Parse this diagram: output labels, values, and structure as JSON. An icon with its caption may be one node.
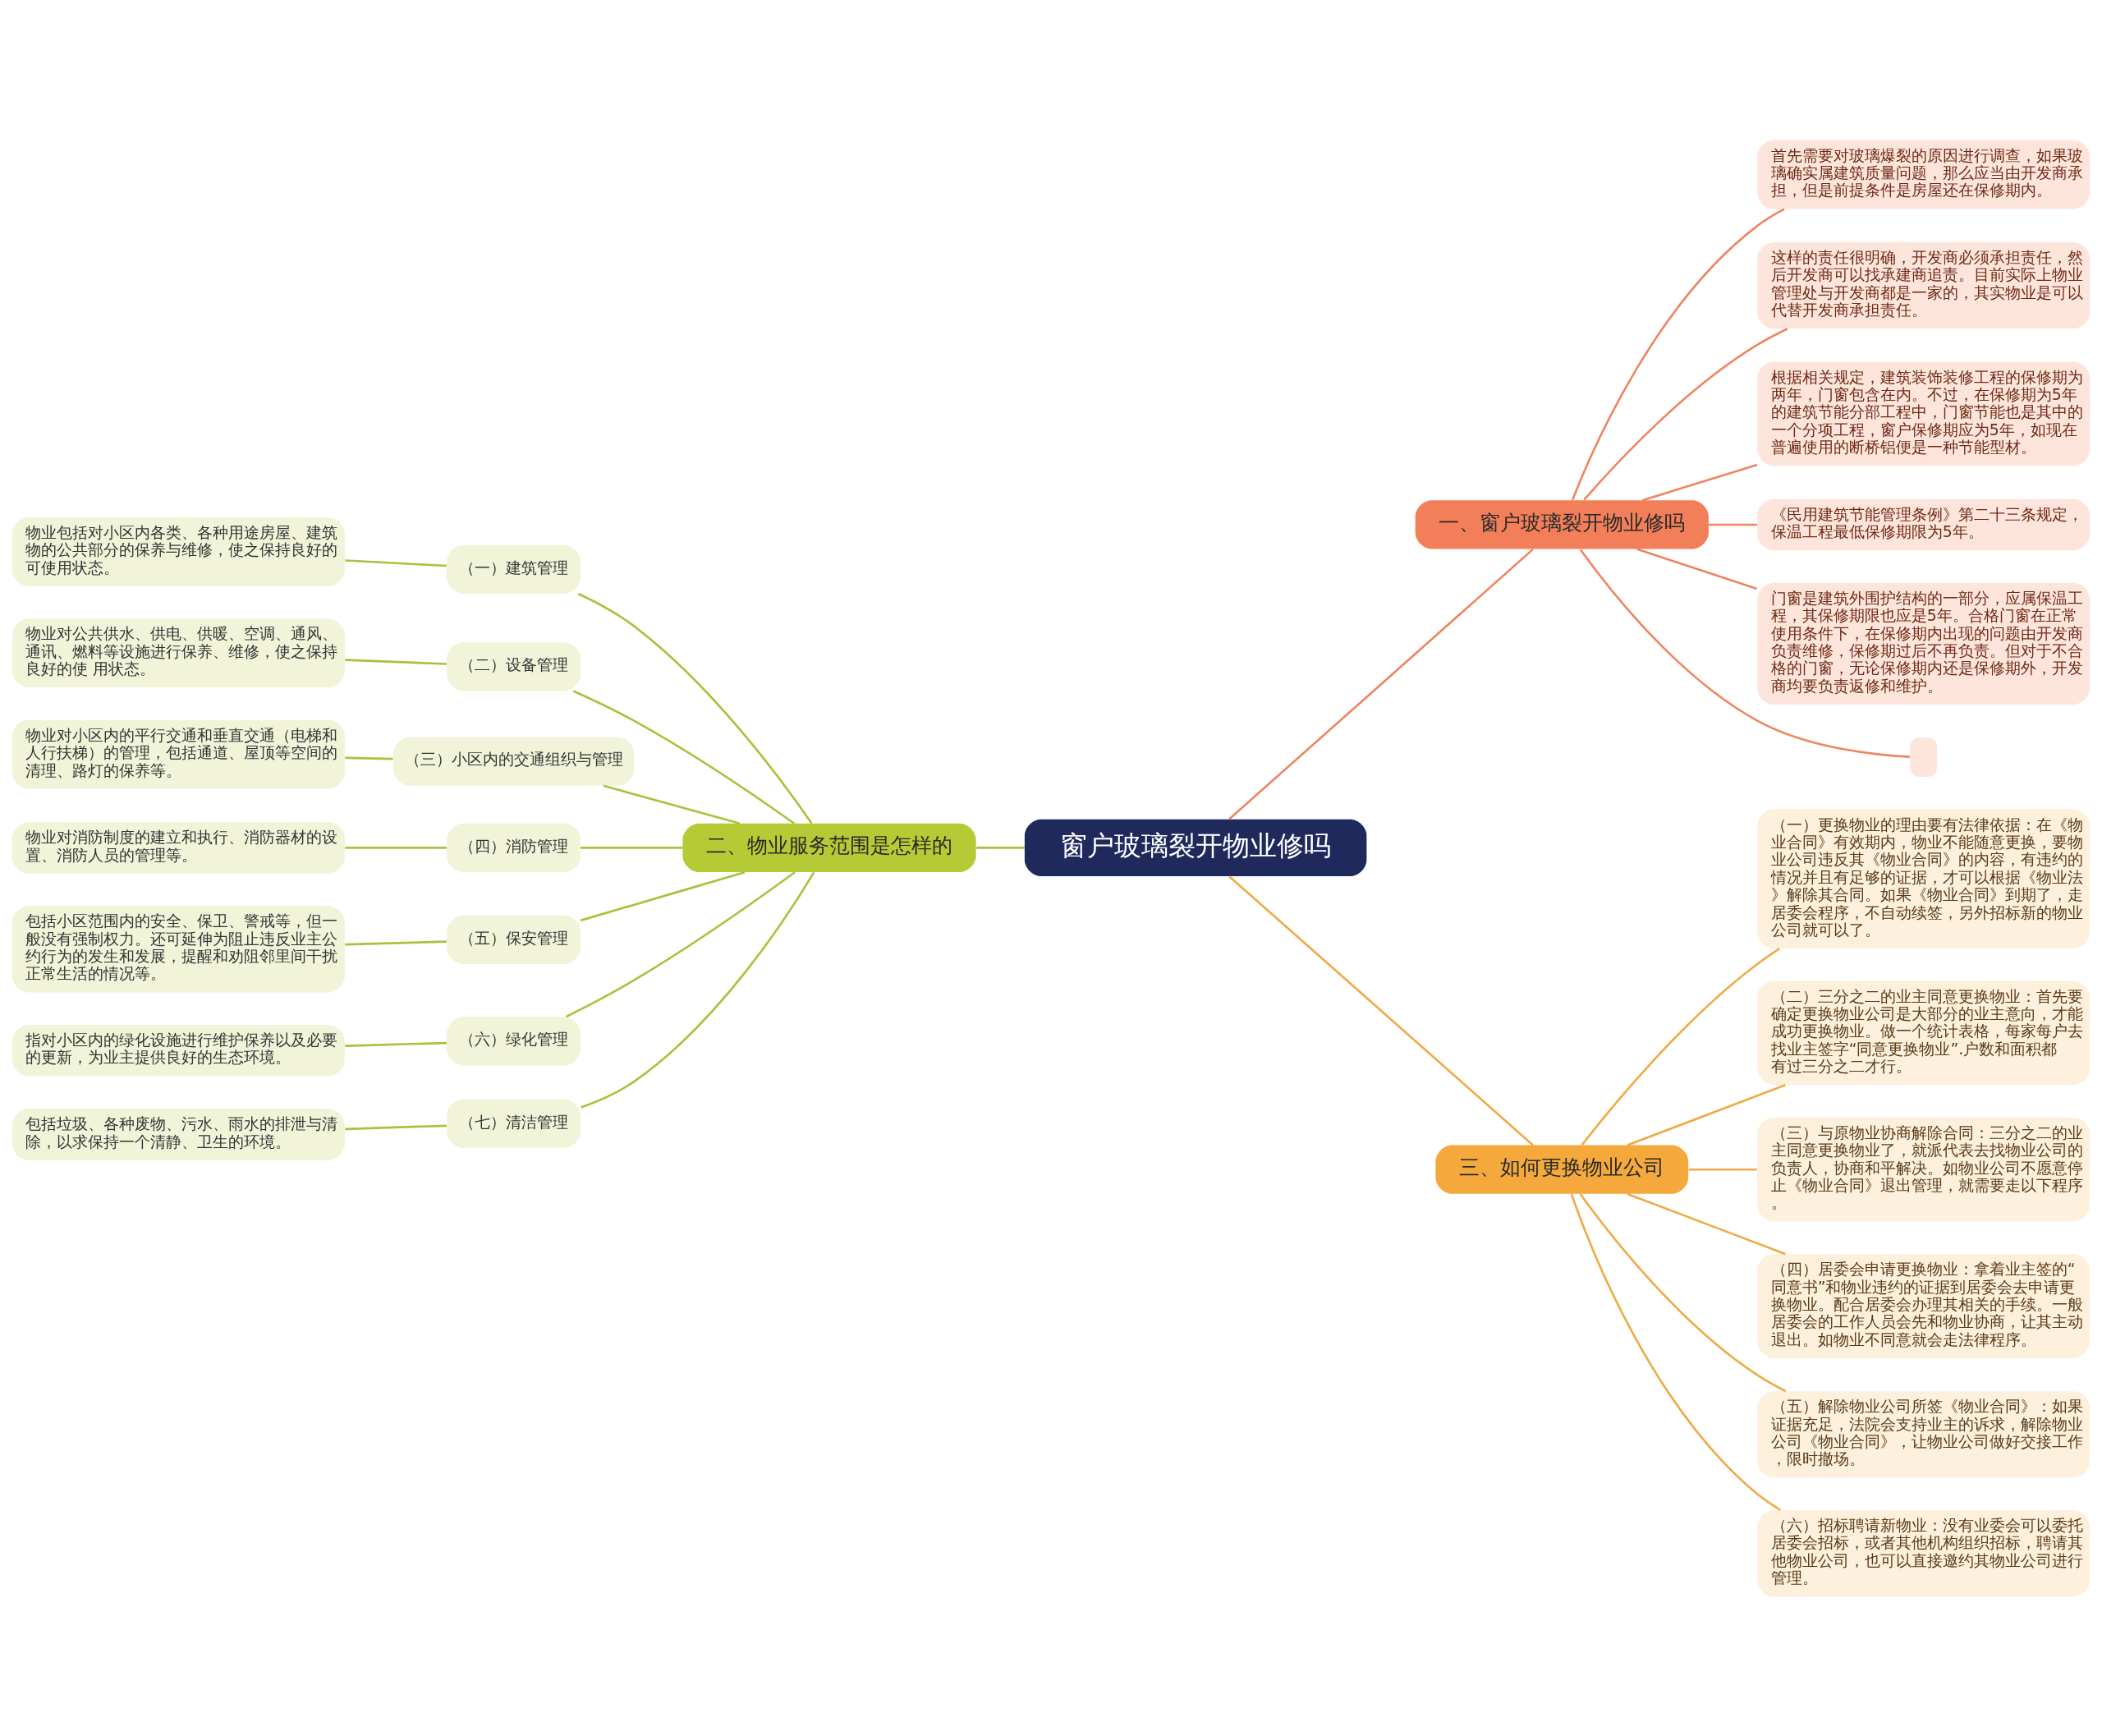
{
  "diagram": {
    "nodes": [
      {
        "text": [
          "窗户玻璃裂开物业修吗"
        ]
      },
      {
        "text": [
          "一、窗户玻璃裂开物业修吗"
        ]
      },
      {
        "text": [
          "首先需要对玻璃爆裂的原因进行调查，如果玻璃确实属建筑质量问题，那么应当由开发商承担，但是前提条件是房屋还在保修期内。"
        ]
      },
      {
        "text": [
          "这样的责任很明确，开发商必须承担责任，然后开发商可以找承建商追责。目前实际上物业管理处与开发商都是一家的，其实物业是可以代替开发商承担责任。"
        ]
      },
      {
        "text": [
          "根据相关规定，建筑装饰装修工程的保修期为两年，门窗包含在内。不过，在保修期为5年的建筑节能分部工程中，门窗节能也是其中的一个分项工程，窗户保修期应为5年，如现在普遍使用的断桥铝便是一种节能型材。"
        ]
      },
      {
        "text": [
          "《民用建筑节能管理条例》第二十三条规定，保温工程最低保修期限为5年。"
        ]
      },
      {
        "text": [
          "门窗是建筑外围护结构的一部分，应属保温工程，其保修期限也应是5年。合格门窗在正常使用条件下，在保修期内出现的问题由开发商负责维修，保修期过后不再负责。但对于不合格的门窗，无论保修期内还是保修期外，开发商均要负责返修和维护。"
        ]
      },
      {
        "text": [],
        "shape": "box"
      },
      {
        "text": [
          "二、物业服务范围是怎样的"
        ]
      },
      {
        "text": [
          "（一）建筑管理"
        ]
      },
      {
        "text": [
          "物业包括对小区内各类、各种用途房屋、建筑物的公共部分的保养与维修，使之保持良好的可使用状态。"
        ]
      },
      {
        "text": [
          "（二）设备管理"
        ]
      },
      {
        "text": [
          "物业对公共供水、供电、供暖、空调、通风、通讯、燃料等设施进行保养、维修，使之保持良好的使 用状态。"
        ]
      },
      {
        "text": [
          "（三）小区内的交通组织与管理"
        ]
      },
      {
        "text": [
          "物业对小区内的平行交通和垂直交通（电梯和人行扶梯）的管理，包括通道、屋顶等空间的清理、路灯的保养等。"
        ]
      },
      {
        "text": [
          "（四）消防管理"
        ]
      },
      {
        "text": [
          "物业对消防制度的建立和执行、消防器材的设置、消防人员的管理等。"
        ]
      },
      {
        "text": [
          "（五）保安管理"
        ]
      },
      {
        "text": [
          "包括小区范围内的安全、保卫、警戒等，但一般没有强制权力。还可延伸为阻止违反业主公约行为的发生和发展，提醒和劝阻邻里间干扰正常生活的情况等。"
        ]
      },
      {
        "text": [
          "（六）绿化管理"
        ]
      },
      {
        "text": [
          "指对小区内的绿化设施进行维护保养以及必要的更新，为业主提供良好的生态环境。"
        ]
      },
      {
        "text": [
          "（七）清洁管理"
        ]
      },
      {
        "text": [
          "包括垃圾、各种废物、污水、雨水的排泄与清除，以求保持一个清静、卫生的环境。"
        ]
      },
      {
        "text": [
          "三、如何更换物业公司"
        ]
      },
      {
        "text": [
          "（一）更换物业的理由要有法律依据：在《物业合同》有效期内，物业不能随意更换，要物业公司违反其《物业合同》的内容，有违约的情况并且有足够的证据，才可以根据《物业法》解除其合同。如果《物业合同》到期了，走居委会程序，不自动续签，另外招标新的物业公司就可以了。"
        ]
      },
      {
        "text": [
          "（二）三分之二的业主同意更换物业：首先要确定更换物业公司是大部分的业主意向，才能成功更换物业。做一个统计表格，每家每户去找业主签字“同意更换物业”.户数和面积都有过三分之二才行。"
        ]
      },
      {
        "text": [
          "（三）与原物业协商解除合同：三分之二的业主同意更换物业了，就派代表去找物业公司的负责人，协商和平解决。如物业公司不愿意停止《物业合同》退出管理，就需要走以下程序。"
        ]
      },
      {
        "text": [
          "（四）居委会申请更换物业：拿着业主签的“同意书”和物业违约的证据到居委会去申请更换物业。配合居委会办理其相关的手续。一般居委会的工作人员会先和物业协商，让其主动退出。如物业不同意就会走法律程序。"
        ]
      },
      {
        "text": [
          "（五）解除物业公司所签《物业合同》：如果证据充足，法院会支持业主的诉求，解除物业公司《物业合同》，让物业公司做好交接工作，限时撤场。"
        ]
      },
      {
        "text": [
          "（六）招标聘请新物业：没有业委会可以委托居委会招标，或者其他机构组织招标，聘请其他物业公司，也可以直接邀约其物业公司进行管理。"
        ]
      }
    ],
    "edges": [
      {
        "from": 0,
        "to": 1,
        "arrow": "none",
        "color": "#ee8560"
      },
      {
        "from": 1,
        "to": 2,
        "arrow": "none",
        "color": "#ee8560"
      },
      {
        "from": 1,
        "to": 3,
        "arrow": "none",
        "color": "#ee8560"
      },
      {
        "from": 1,
        "to": 4,
        "arrow": "none",
        "color": "#ee8560"
      },
      {
        "from": 1,
        "to": 5,
        "arrow": "none",
        "color": "#ee8560"
      },
      {
        "from": 1,
        "to": 6,
        "arrow": "none",
        "color": "#ee8560"
      },
      {
        "from": 1,
        "to": 7,
        "arrow": "none",
        "color": "#ee8560"
      },
      {
        "from": 8,
        "to": 0,
        "arrow": "none"
      },
      {
        "from": 9,
        "to": 8,
        "arrow": "none"
      },
      {
        "from": 10,
        "to": 9,
        "arrow": "none"
      },
      {
        "from": 11,
        "to": 8,
        "arrow": "none"
      },
      {
        "from": 12,
        "to": 11,
        "arrow": "none"
      },
      {
        "from": 13,
        "to": 8,
        "arrow": "none"
      },
      {
        "from": 14,
        "to": 13,
        "arrow": "none"
      },
      {
        "from": 15,
        "to": 8,
        "arrow": "none"
      },
      {
        "from": 16,
        "to": 15,
        "arrow": "none"
      },
      {
        "from": 17,
        "to": 8,
        "arrow": "none"
      },
      {
        "from": 18,
        "to": 17,
        "arrow": "none"
      },
      {
        "from": 19,
        "to": 8,
        "arrow": "none"
      },
      {
        "from": 20,
        "to": 19,
        "arrow": "none"
      },
      {
        "from": 21,
        "to": 8,
        "arrow": "none"
      },
      {
        "from": 22,
        "to": 21,
        "arrow": "none"
      },
      {
        "from": 0,
        "to": 23,
        "arrow": "none",
        "color": "#efaa45"
      },
      {
        "from": 23,
        "to": 24,
        "arrow": "none",
        "color": "#efaa45"
      },
      {
        "from": 23,
        "to": 25,
        "arrow": "none",
        "color": "#efaa45"
      },
      {
        "from": 23,
        "to": 26,
        "arrow": "none",
        "color": "#efaa45"
      },
      {
        "from": 23,
        "to": 27,
        "arrow": "none",
        "color": "#efaa45"
      },
      {
        "from": 23,
        "to": 28,
        "arrow": "none",
        "color": "#efaa45"
      },
      {
        "from": 23,
        "to": 29,
        "arrow": "none",
        "color": "#efaa45"
      }
    ]
  }
}
